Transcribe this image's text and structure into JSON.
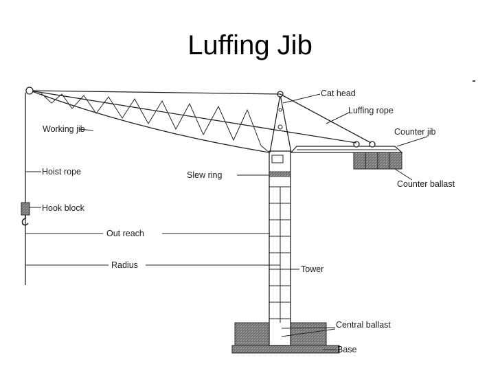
{
  "title": "Luffing Jib",
  "labels": {
    "cat_head": "Cat head",
    "luffing_rope": "Luffing rope",
    "counter_jib": "Counter jib",
    "working_jib": "Working jib",
    "hoist_rope": "Hoist rope",
    "slew_ring": "Slew ring",
    "counter_ballast": "Counter ballast",
    "hook_block": "Hook block",
    "out_reach": "Out reach",
    "radius": "Radius",
    "tower": "Tower",
    "central_ballast": "Central ballast",
    "base": "Base"
  },
  "colors": {
    "ink": "#222222",
    "ballast_fill": "#8a8a8a"
  }
}
